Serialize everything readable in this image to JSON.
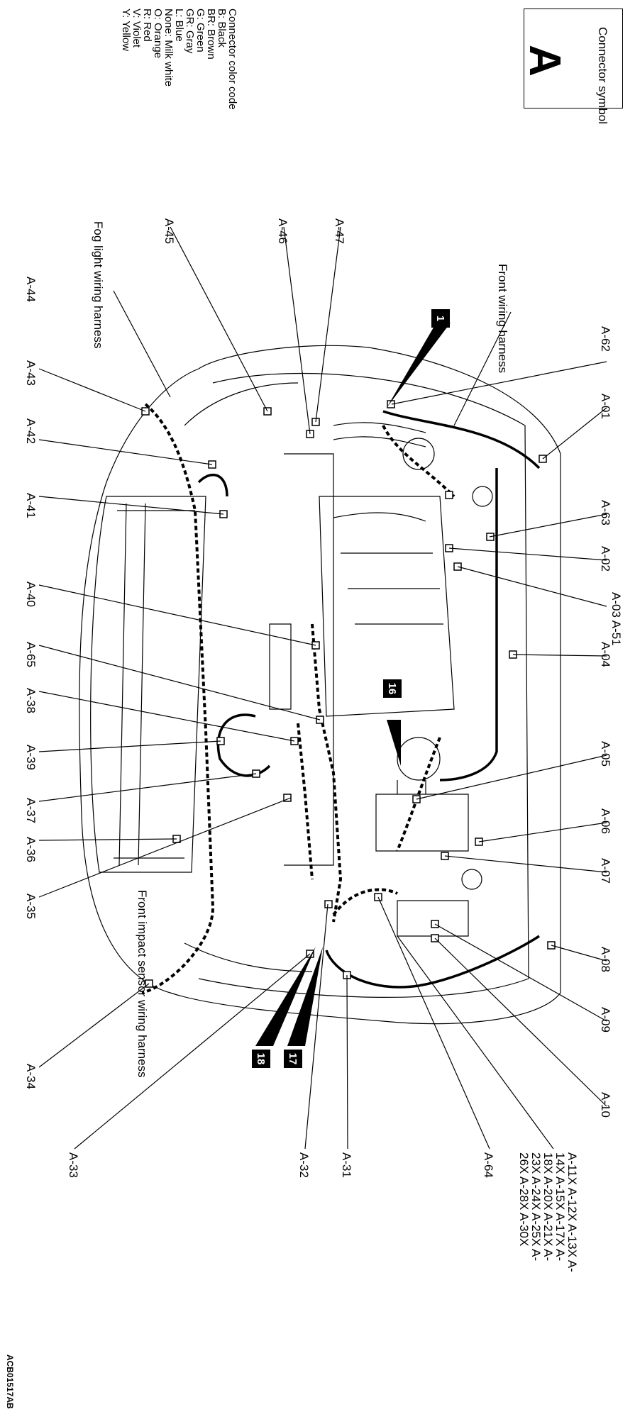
{
  "symbol": {
    "caption": "Connector symbol",
    "letter": "A"
  },
  "legend": {
    "lines": [
      "Connector color code",
      "B: Black",
      "BR: Brown",
      "G: Green",
      "GR: Gray",
      "L: Blue",
      "None: Milk white",
      "O: Orange",
      "R: Red",
      "V: Violet",
      "Y: Yellow"
    ]
  },
  "harness_labels": {
    "front_wiring": "Front wiring harness",
    "fog_light": "Fog light wiring harness",
    "front_impact": "Front impact sensor wiring harness"
  },
  "connectors": {
    "a62": "A-62",
    "a01": "A-01",
    "a63": "A-63",
    "a02": "A-02",
    "a03_a51": "A-03 A-51",
    "a04": "A-04",
    "a05": "A-05",
    "a06": "A-06",
    "a07": "A-07",
    "a08": "A-08",
    "a09": "A-09",
    "a10": "A-10",
    "a11_group": "A-11X A-12X A-13X A-14X A-15X A-17X A-18X A-20X A-21X A-23X A-24X A-25X A-26X A-28X A-30X",
    "a64": "A-64",
    "a31": "A-31",
    "a32": "A-32",
    "a33": "A-33",
    "a34": "A-34",
    "a35": "A-35",
    "a36": "A-36",
    "a37": "A-37",
    "a39": "A-39",
    "a38": "A-38",
    "a65": "A-65",
    "a40": "A-40",
    "a41": "A-41",
    "a42": "A-42",
    "a43": "A-43",
    "a44": "A-44",
    "a45": "A-45",
    "a46": "A-46",
    "a47": "A-47"
  },
  "bubbles": {
    "b1": "1",
    "b16": "16",
    "b17": "17",
    "b18": "18"
  },
  "drawing_code": "ACB01517AB"
}
